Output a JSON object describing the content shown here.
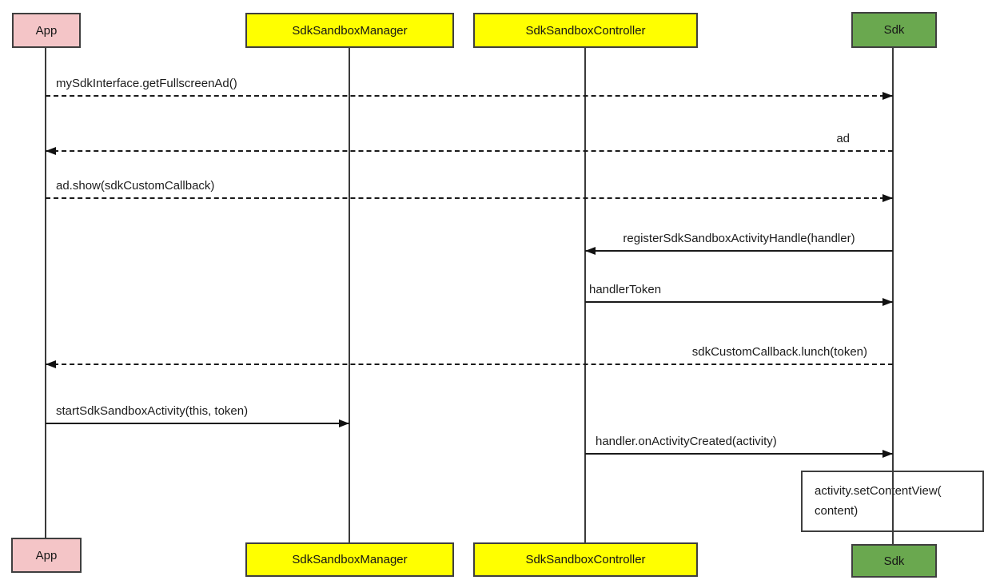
{
  "diagram_type": "uml-sequence-diagram",
  "actors": [
    {
      "name": "App",
      "fill": "#f4c5c7"
    },
    {
      "name": "SdkSandboxManager",
      "fill": "#ffff00"
    },
    {
      "name": "SdkSandboxController",
      "fill": "#ffff00"
    },
    {
      "name": "Sdk",
      "fill": "#6aa84f"
    }
  ],
  "messages": [
    {
      "label": "mySdkInterface.getFullscreenAd()",
      "from": "App",
      "to": "Sdk",
      "line": "dashed",
      "direction": "right"
    },
    {
      "label": "ad",
      "from": "Sdk",
      "to": "App",
      "line": "dashed",
      "direction": "left"
    },
    {
      "label": "ad.show(sdkCustomCallback)",
      "from": "App",
      "to": "Sdk",
      "line": "dashed",
      "direction": "right"
    },
    {
      "label": "registerSdkSandboxActivityHandle(handler)",
      "from": "Sdk",
      "to": "SdkSandboxController",
      "line": "solid",
      "direction": "left"
    },
    {
      "label": "handlerToken",
      "from": "SdkSandboxController",
      "to": "Sdk",
      "line": "solid",
      "direction": "right"
    },
    {
      "label": "sdkCustomCallback.lunch(token)",
      "from": "Sdk",
      "to": "App",
      "line": "dashed",
      "direction": "left"
    },
    {
      "label": "startSdkSandboxActivity(this, token)",
      "from": "App",
      "to": "SdkSandboxManager",
      "line": "solid",
      "direction": "right"
    },
    {
      "label": "handler.onActivityCreated(activity)",
      "from": "SdkSandboxController",
      "to": "Sdk",
      "line": "solid",
      "direction": "right"
    }
  ],
  "note": {
    "attached_to": "Sdk",
    "lines": [
      "activity.setContentView(",
      "content)"
    ]
  },
  "colors": {
    "background": "#ffffff",
    "box_border": "#3f3f3f",
    "line": "#1a1a1a",
    "text": "#1c1c1c",
    "actor_pink": "#f4c5c7",
    "actor_yellow": "#ffff00",
    "actor_green": "#6aa84f"
  }
}
